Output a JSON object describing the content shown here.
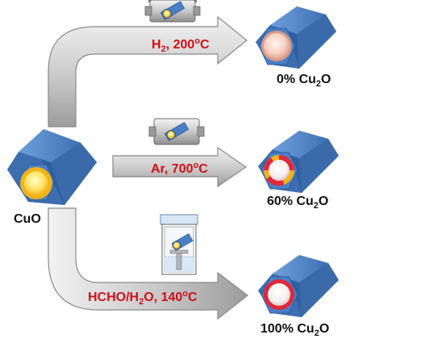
{
  "precursor": {
    "label": "CuO"
  },
  "routes": [
    {
      "condition": {
        "prefix": "H",
        "subscript": "2",
        "suffix": ", 200",
        "sup": "o",
        "unit": "C"
      },
      "result": {
        "prefix": "0% Cu",
        "subscript": "2",
        "suffix": "O"
      },
      "equipment": "tube-furnace",
      "conversion_percent": 0
    },
    {
      "condition": {
        "prefix": "Ar, 700",
        "sup": "o",
        "unit": "C"
      },
      "result": {
        "prefix": "60% Cu",
        "subscript": "2",
        "suffix": "O"
      },
      "equipment": "tube-furnace",
      "conversion_percent": 60
    },
    {
      "condition": {
        "prefix": "HCHO/H",
        "subscript": "2",
        "suffix": "O, 140",
        "sup": "o",
        "unit": "C"
      },
      "result": {
        "prefix": "100% Cu",
        "subscript": "2",
        "suffix": "O"
      },
      "equipment": "autoclave",
      "conversion_percent": 100
    }
  ],
  "colors": {
    "hex_body": "#4a7fc6",
    "hex_dark": "#2e5f9e",
    "cuo_core": "#ffd23a",
    "cu2o_ring": "#e0283c",
    "arrow_fill": "#cfcfcf",
    "condition_text": "#d0101a"
  }
}
